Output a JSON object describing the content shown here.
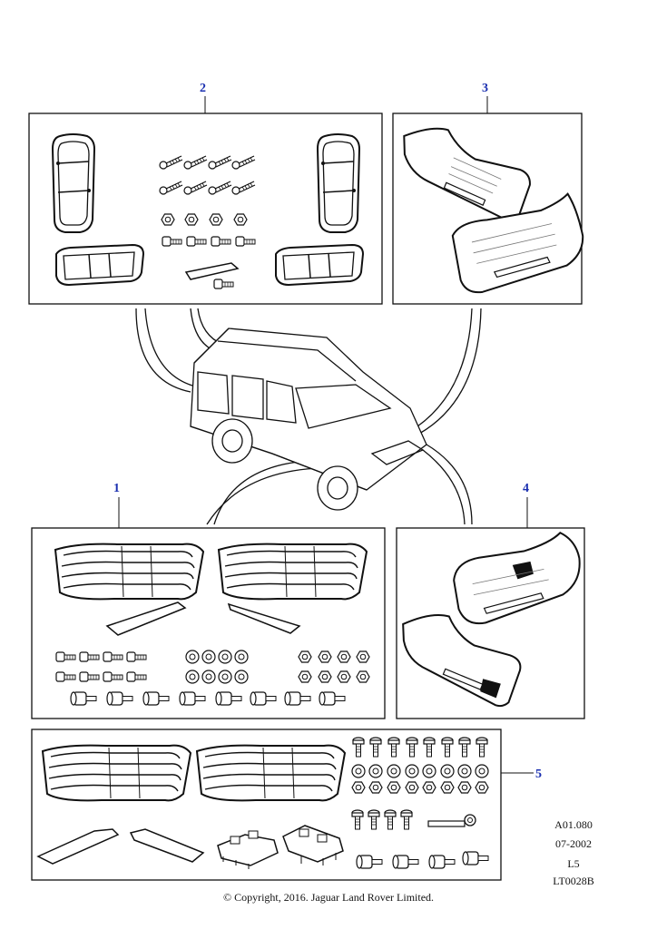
{
  "callouts": {
    "c1": "1",
    "c2": "2",
    "c3": "3",
    "c4": "4",
    "c5": "5"
  },
  "reference": {
    "code": "A01.080",
    "date": "07-2002",
    "level": "L5",
    "illustration": "LT0028B"
  },
  "footer": {
    "copyright": "© Copyright, 2016. Jaguar Land Rover Limited."
  },
  "colors": {
    "callout": "#1a2fb0",
    "line": "#1a1a1a"
  }
}
